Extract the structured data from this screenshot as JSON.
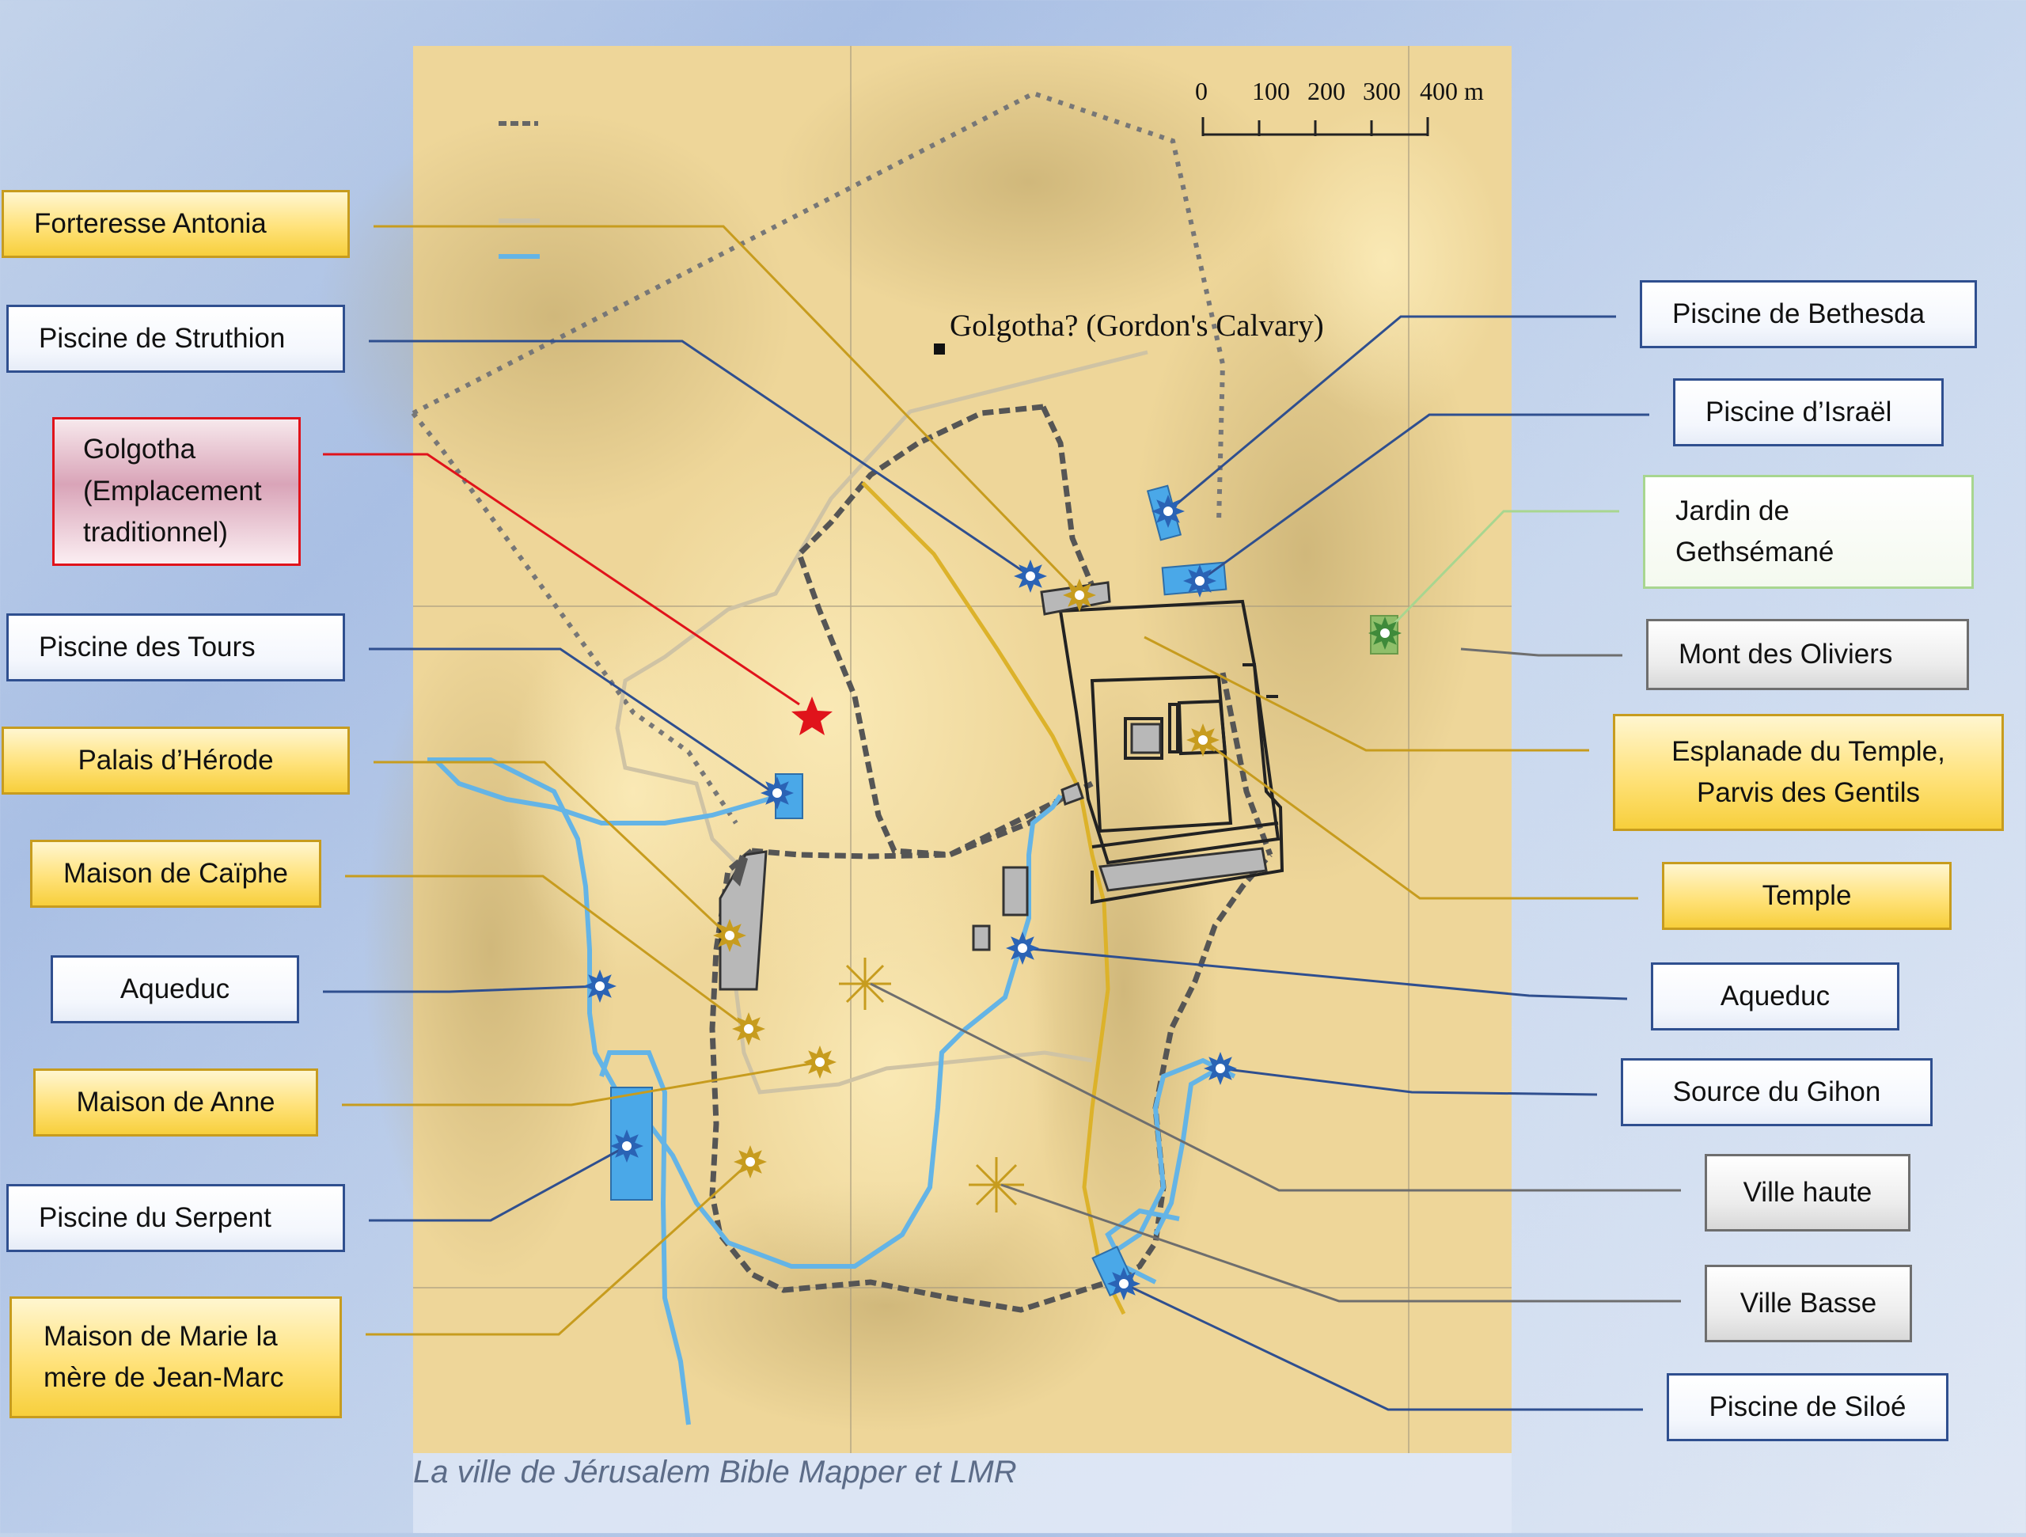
{
  "caption": "La ville de Jérusalem Bible Mapper et LMR",
  "map": {
    "golgotha_gordon": "Golgotha? (Gordon's Calvary)",
    "scale_ticks": [
      "0",
      "100",
      "200",
      "300",
      "400 m"
    ]
  },
  "labels": {
    "forteresse_antonia": "Forteresse Antonia",
    "piscine_struthion": "Piscine de Struthion",
    "golgotha": "Golgotha\n(Emplacement\ntraditionnel)",
    "piscine_tours": "Piscine des Tours",
    "palais_herode": "Palais d’Hérode",
    "maison_caiphe": "Maison de Caïphe",
    "aqueduc_left": "Aqueduc",
    "maison_anne": "Maison de Anne",
    "piscine_serpent": "Piscine du Serpent",
    "maison_marie": "Maison de Marie la\nmère de Jean-Marc",
    "piscine_bethesda": "Piscine de Bethesda",
    "piscine_israel": "Piscine d’Israël",
    "jardin_gethsemane": "Jardin de\nGethsémané",
    "mont_oliviers": "Mont des Oliviers",
    "esplanade_temple": "Esplanade du Temple,\nParvis des Gentils",
    "temple": "Temple",
    "aqueduc_right": "Aqueduc",
    "source_gihon": "Source du Gihon",
    "ville_haute": "Ville haute",
    "ville_basse": "Ville Basse",
    "piscine_siloe": "Piscine de Siloé"
  },
  "colors": {
    "gold_leader": "#c79c1e",
    "blue_leader": "#2f4f8f",
    "red_leader": "#e0131b",
    "gray_leader": "#6e6e6e",
    "green_leader": "#a8d690",
    "water": "#64b4e6",
    "parchment": "#f0d99c"
  }
}
